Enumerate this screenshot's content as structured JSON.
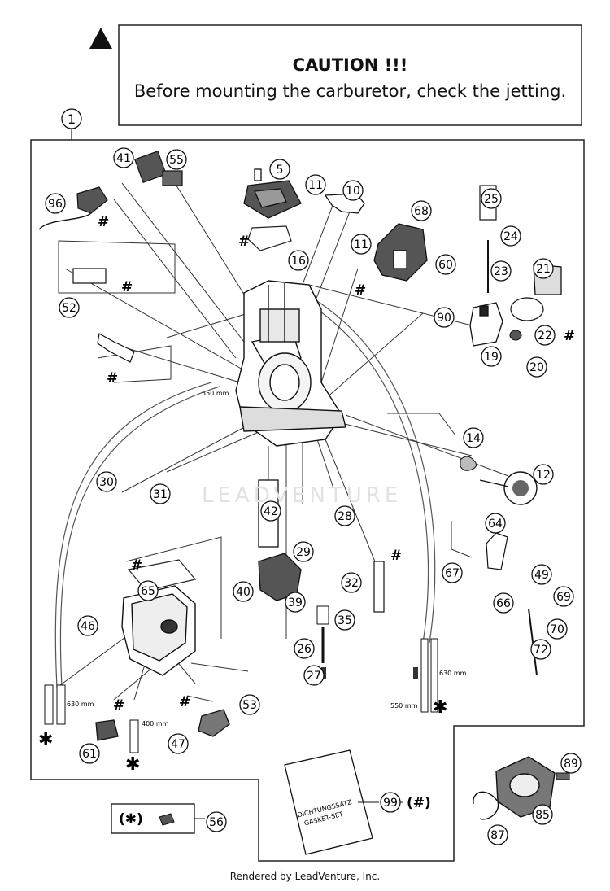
{
  "caution": {
    "title": "CAUTION !!!",
    "body": "Before mounting the carburetor, check the jetting."
  },
  "credit": "Rendered by LeadVenture, Inc.",
  "watermark": "LEADVENTURE",
  "assembly_callout": "1",
  "callouts": [
    "96",
    "41",
    "55",
    "5",
    "11",
    "10",
    "25",
    "68",
    "24",
    "11",
    "60",
    "23",
    "21",
    "16",
    "52",
    "90",
    "22",
    "19",
    "20",
    "14",
    "12",
    "30",
    "31",
    "42",
    "28",
    "64",
    "29",
    "32",
    "67",
    "65",
    "49",
    "69",
    "66",
    "40",
    "39",
    "46",
    "70",
    "35",
    "72",
    "26",
    "27",
    "53",
    "47",
    "61",
    "89",
    "85",
    "56",
    "99",
    "87"
  ],
  "markers": {
    "hash": "#",
    "asterisk": "✱",
    "hash_in_parens": "(#)",
    "asterisk_in_parens": "(✱)"
  },
  "dimensions": [
    "550 mm",
    "630 mm",
    "550 mm",
    "630 mm",
    "400 mm"
  ],
  "gasket_set_label": [
    "DICHTUNGSSATZ",
    "GASKET-SET"
  ]
}
